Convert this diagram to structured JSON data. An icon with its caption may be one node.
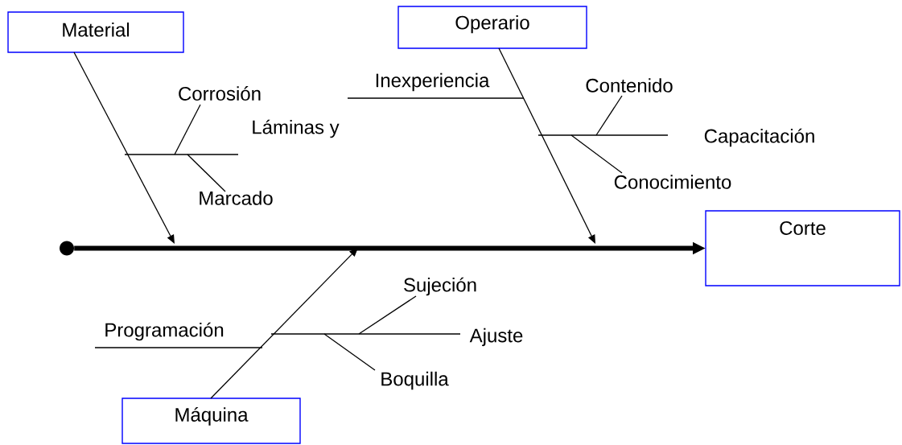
{
  "diagram": {
    "nodes": [
      {
        "text": [
          "Material"
        ]
      },
      {
        "text": [
          "Operario"
        ]
      },
      {
        "text": [],
        "shape": "circle"
      },
      {
        "text": [
          "Corte"
        ]
      },
      {
        "text": [
          "Máquina"
        ]
      }
    ],
    "edges": [
      {
        "from": 2,
        "to": 3,
        "arrow": "to",
        "style": "thick"
      },
      {
        "from": 0,
        "to": null,
        "arrow": "to"
      },
      {
        "from": 1,
        "to": null,
        "arrow": "to"
      },
      {
        "from": 4,
        "to": null,
        "arrow": "to"
      }
    ],
    "labels": [
      "Corrosión",
      "Inexperiencia",
      "Contenido",
      "Láminas y",
      "Capacitación",
      "Conocimiento",
      "Marcado",
      "Sujeción",
      "Programación",
      "Ajuste",
      "Boquilla"
    ]
  }
}
